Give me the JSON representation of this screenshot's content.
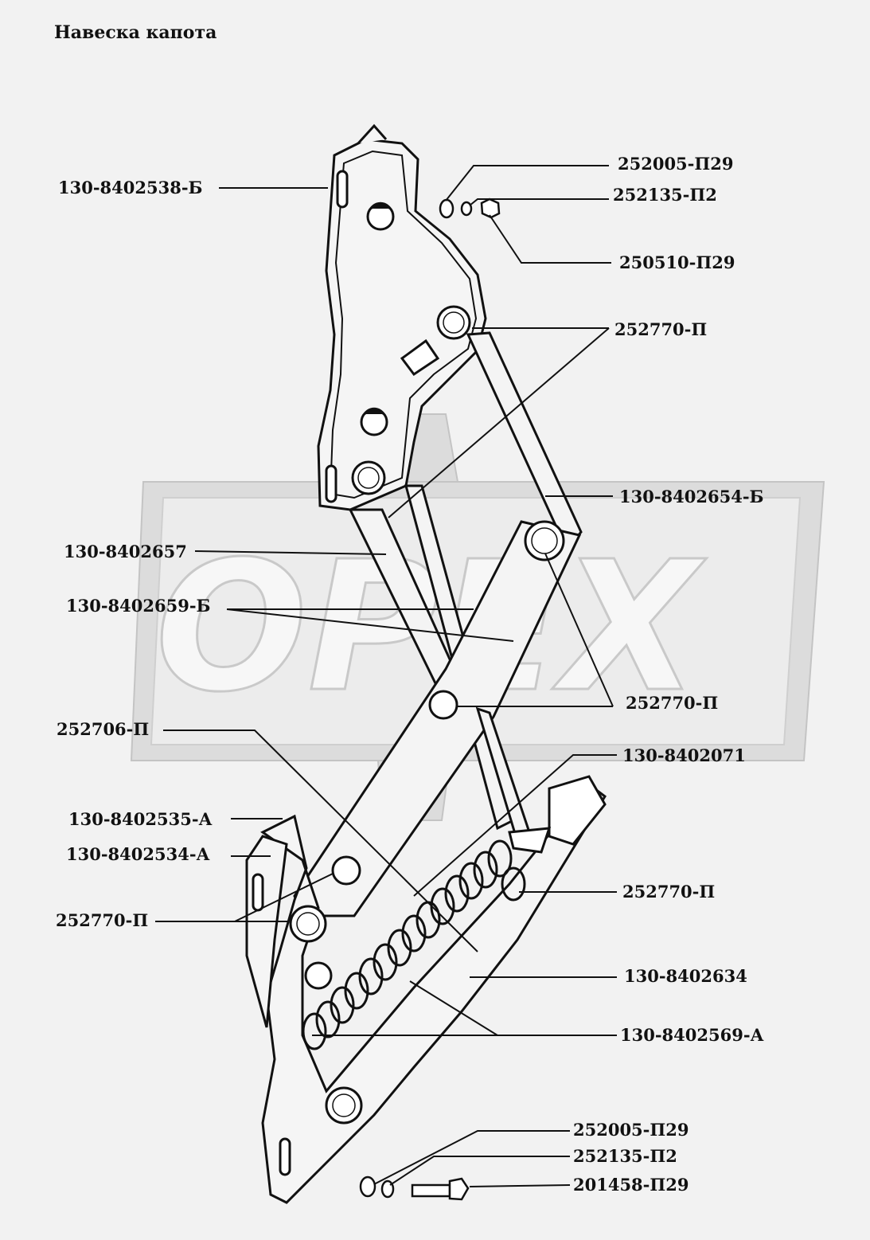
{
  "title": "Навеска капота",
  "watermark": {
    "text": "OPEX",
    "color": "#d6d6d6"
  },
  "labels": [
    {
      "id": "p-130-8402538-b",
      "text": "130-8402538-Б"
    },
    {
      "id": "p-252005-p29-top",
      "text": "252005-П29"
    },
    {
      "id": "p-252135-p2-top",
      "text": "252135-П2"
    },
    {
      "id": "p-250510-p29",
      "text": "250510-П29"
    },
    {
      "id": "p-252770-p-1",
      "text": "252770-П"
    },
    {
      "id": "p-130-8402654-b",
      "text": "130-8402654-Б"
    },
    {
      "id": "p-130-8402657",
      "text": "130-8402657"
    },
    {
      "id": "p-130-8402659-b",
      "text": "130-8402659-Б"
    },
    {
      "id": "p-252770-p-2",
      "text": "252770-П"
    },
    {
      "id": "p-252706-p",
      "text": "252706-П"
    },
    {
      "id": "p-130-8402071",
      "text": "130-8402071"
    },
    {
      "id": "p-130-8402535-a",
      "text": "130-8402535-А"
    },
    {
      "id": "p-130-8402534-a",
      "text": "130-8402534-А"
    },
    {
      "id": "p-252770-p-3",
      "text": "252770-П"
    },
    {
      "id": "p-252770-p-4",
      "text": "252770-П"
    },
    {
      "id": "p-130-8402634",
      "text": "130-8402634"
    },
    {
      "id": "p-130-8402569-a",
      "text": "130-8402569-А"
    },
    {
      "id": "p-252005-p29-bottom",
      "text": "252005-П29"
    },
    {
      "id": "p-252135-p2-bottom",
      "text": "252135-П2"
    },
    {
      "id": "p-201458-p29",
      "text": "201458-П29"
    }
  ]
}
